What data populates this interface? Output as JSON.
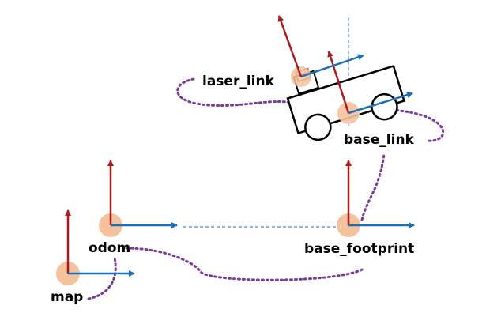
{
  "colors": {
    "x_axis": "#1a6fb5",
    "z_axis": "#a81c1c",
    "origin": "#f5c29e",
    "link_path": "#7a3a9a",
    "guide": "#1a6fb5",
    "robot_outline": "#000000",
    "laser_box": "#8b5a3c"
  },
  "frames": {
    "map": {
      "label": "map"
    },
    "odom": {
      "label": "odom"
    },
    "base_footprint": {
      "label": "base_footprint"
    },
    "base_link": {
      "label": "base_link"
    },
    "laser_link": {
      "label": "laser_link"
    }
  },
  "icons": {
    "robot": "robot-car-icon",
    "laser": "laser-scanner-icon"
  }
}
